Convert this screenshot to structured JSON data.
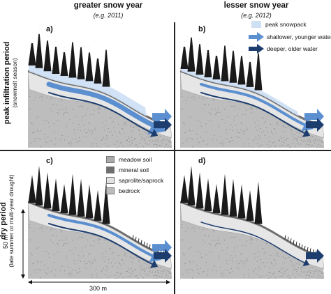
{
  "columns": [
    {
      "title": "greater snow year",
      "subtitle": "(e.g. 2011)"
    },
    {
      "title": "lesser snow year",
      "subtitle": "(e.g. 2012)"
    }
  ],
  "rows": [
    {
      "title": "peak infiltration period",
      "subtitle": "(snowmelt season)"
    },
    {
      "title": "dry period",
      "subtitle": "(late summer or multi-year drought)"
    }
  ],
  "panels": [
    {
      "letter": "a)",
      "snow": "thick",
      "flow": "strong"
    },
    {
      "letter": "b)",
      "snow": "thin",
      "flow": "medium"
    },
    {
      "letter": "c)",
      "snow": "none",
      "flow": "medium"
    },
    {
      "letter": "d)",
      "snow": "none",
      "flow": "weak"
    }
  ],
  "legend_top": [
    {
      "label": "peak snowpack",
      "color": "#cfe0f5",
      "kind": "swatch"
    },
    {
      "label": "shallower, younger water",
      "color": "#5b8fd0",
      "kind": "arrow"
    },
    {
      "label": "deeper, older water",
      "color": "#1d3d6e",
      "kind": "arrow"
    }
  ],
  "legend_bottom": [
    {
      "label": "meadow soil",
      "color": "#aaaaaa"
    },
    {
      "label": "mineral soil",
      "color": "#6e6e6e"
    },
    {
      "label": "saprolite/saprock",
      "color": "#e2e2e2"
    },
    {
      "label": "bedrock",
      "color": "#bcbcbc"
    }
  ],
  "scale": {
    "vertical": "50 m",
    "horizontal": "300 m"
  },
  "colors": {
    "snow": "#cfe0f5",
    "shallow_water": "#5b8fd0",
    "deep_water": "#1d3d6e",
    "bedrock": "#bdbdbd",
    "saprolite": "#e6e6e6",
    "soil": "#6e6e6e",
    "tree": "#1a1a1a"
  }
}
